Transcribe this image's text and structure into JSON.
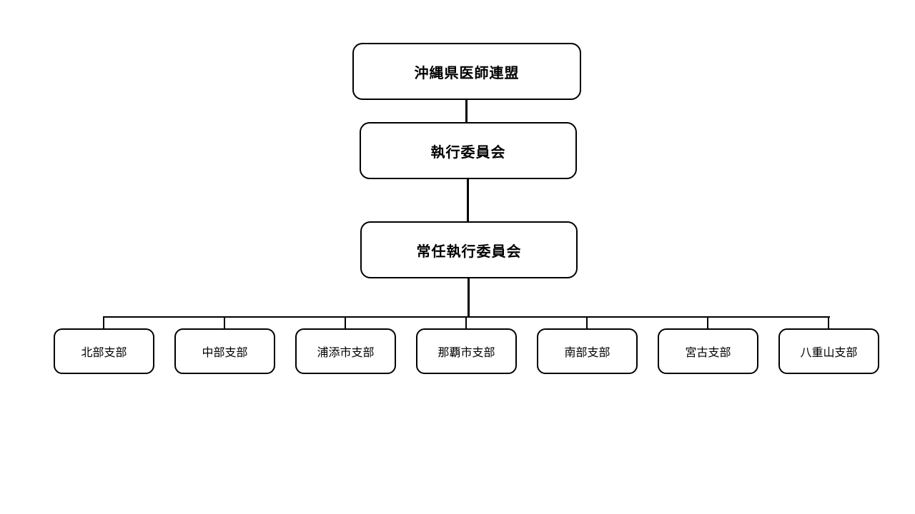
{
  "diagram": {
    "type": "org-chart",
    "nodes": {
      "root": {
        "label": "沖縄県医師連盟"
      },
      "level2": {
        "label": "執行委員会"
      },
      "level3": {
        "label": "常任執行委員会"
      },
      "branches": [
        {
          "label": "北部支部"
        },
        {
          "label": "中部支部"
        },
        {
          "label": "浦添市支部"
        },
        {
          "label": "那覇市支部"
        },
        {
          "label": "南部支部"
        },
        {
          "label": "宮古支部"
        },
        {
          "label": "八重山支部"
        }
      ]
    },
    "colors": {
      "background": "#ffffff",
      "box_fill": "#ffffff",
      "box_border": "#000000",
      "line": "#000000",
      "text": "#000000"
    }
  }
}
